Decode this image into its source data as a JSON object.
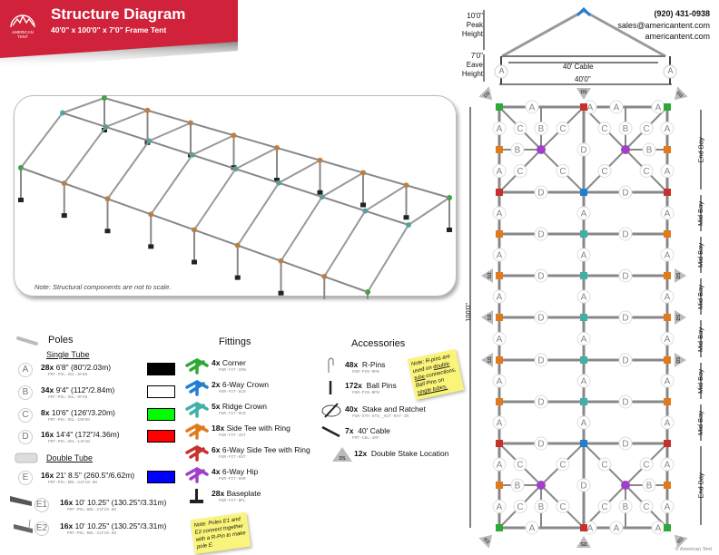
{
  "header": {
    "title": "Structure Diagram",
    "subtitle": "40'0\" x 100'0\" x 7'0\" Frame Tent",
    "logo_text": "AMERICAN TENT",
    "brand_color": "#d0223a"
  },
  "contact": {
    "phone": "(920) 431-0938",
    "email": "sales@americantent.com",
    "website": "americantent.com"
  },
  "elevation": {
    "peak_height": "10'0\"",
    "peak_label": "Peak",
    "eave_height": "7'0\"",
    "eave_label": "Eave",
    "height_word": "Height",
    "cable_label": "40' Cable",
    "width": "40'0\"",
    "pole_letter": "A"
  },
  "perspective_note": "Note: Structural components are not to scale.",
  "poles": {
    "heading": "Poles",
    "single_heading": "Single Tube",
    "double_heading": "Double Tube",
    "items": [
      {
        "letter": "A",
        "qty": "28x",
        "size": "6'8\" (80\"/2.03m)",
        "part": "PRT-POL-SGL-6F8N",
        "color": "#000000"
      },
      {
        "letter": "B",
        "qty": "34x",
        "size": "9'4\" (112\"/2.84m)",
        "part": "PRT-POL-SGL-9F4N",
        "color": "#ffffff"
      },
      {
        "letter": "C",
        "qty": "8x",
        "size": "10'6\" (126\"/3.20m)",
        "part": "PRT-POL-SGL-10F6N",
        "color": "#00ff00"
      },
      {
        "letter": "D",
        "qty": "16x",
        "size": "14'4\" (172\"/4.36m)",
        "part": "PRT-POL-SGL-14F4N",
        "color": "#ff0000"
      },
      {
        "letter": "E",
        "qty": "16x",
        "size": "21' 8.5\" (260.5\"/6.62m)",
        "part": "PRT-POL-DBL-21F10.5N",
        "color": "#0000ff"
      },
      {
        "letter": "E1",
        "qty": "16x",
        "size": "10' 10.25\" (130.25\"/3.31m)",
        "part": "PRT-POL-DBL-21F10.5N"
      },
      {
        "letter": "E2",
        "qty": "16x",
        "size": "10' 10.25\" (130.25\"/3.31m)",
        "part": "PRT-POL-DBL-21F10.5N"
      }
    ]
  },
  "fittings": {
    "heading": "Fittings",
    "items": [
      {
        "qty": "4x",
        "name": "Corner",
        "part": "PUR-FIT-CRN",
        "color": "#2ea836"
      },
      {
        "qty": "2x",
        "name": "6-Way Crown",
        "part": "PUR-FIT-6CR",
        "color": "#1f7fd0"
      },
      {
        "qty": "5x",
        "name": "Ridge Crown",
        "part": "PUR-FIT-RCR",
        "color": "#3fb0a8"
      },
      {
        "qty": "18x",
        "name": "Side Tee with Ring",
        "part": "PUR-FIT-4ST",
        "color": "#e07a1a"
      },
      {
        "qty": "6x",
        "name": "6-Way Side Tee with Ring",
        "part": "PUR-FIT-6ST",
        "color": "#c8302c"
      },
      {
        "qty": "4x",
        "name": "6-Way Hip",
        "part": "PUR-FIT-6HR",
        "color": "#a040c8"
      },
      {
        "qty": "28x",
        "name": "Baseplate",
        "part": "PUR-FIT-BPL",
        "color": "#222222"
      }
    ],
    "note": "Note: Poles E1 and E2 connect together with a R-Pin to make pole E."
  },
  "accessories": {
    "heading": "Accessories",
    "items": [
      {
        "qty": "48x",
        "name": "R-Pins",
        "part": "PUR-PIN-RPN"
      },
      {
        "qty": "172x",
        "name": "Ball Pins",
        "part": "PUR-PIN-BPN"
      },
      {
        "qty": "40x",
        "name": "Stake and Ratchet",
        "part": "PUR-STK-STD__KIT-RAT-2N"
      },
      {
        "qty": "7x",
        "name": "40' Cable",
        "part": "PRT-CBL-40F"
      },
      {
        "qty": "12x",
        "name": "Double Stake Location",
        "part": "",
        "icon_label": "DS"
      }
    ],
    "note_a": "Note: R-pins are used on ",
    "note_b": "double tube",
    "note_c": " connections, Ball Pins on ",
    "note_d": "single tubes."
  },
  "floor_plan": {
    "length": "100'0\"",
    "ds_label": "DS",
    "bays": [
      "End Bay",
      "Mid Bay",
      "Mid Bay",
      "Mid Bay",
      "Mid Bay",
      "Mid Bay",
      "Mid Bay",
      "End Bay"
    ]
  },
  "copyright": "© American Tent"
}
